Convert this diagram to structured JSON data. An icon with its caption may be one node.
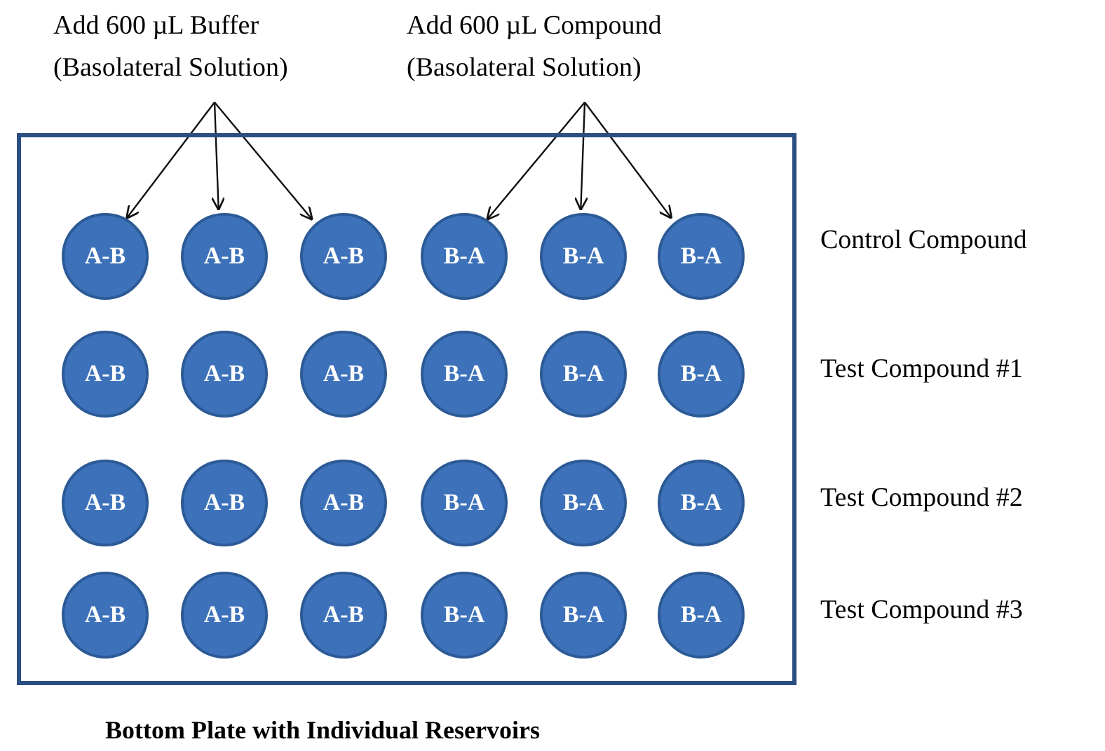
{
  "diagram": {
    "nodes": [
      {
        "text": [
          "Add 600 µL Buffer (Basolateral Solution)"
        ]
      },
      {
        "text": [
          "Add 600 µL Compound (Basolateral Solution)"
        ]
      },
      {
        "text": [],
        "shape": "box"
      },
      {
        "text": [
          "A-B"
        ],
        "in": 2
      },
      {
        "text": [
          "A-B"
        ],
        "in": 2
      },
      {
        "text": [
          "A-B"
        ],
        "in": 2
      },
      {
        "text": [
          "B-A"
        ],
        "in": 2
      },
      {
        "text": [
          "B-A"
        ],
        "in": 2
      },
      {
        "text": [
          "B-A"
        ],
        "in": 2
      },
      {
        "text": [
          "A-B"
        ],
        "in": 2
      },
      {
        "text": [
          "A-B"
        ],
        "in": 2
      },
      {
        "text": [
          "A-B"
        ],
        "in": 2
      },
      {
        "text": [
          "B-A"
        ],
        "in": 2
      },
      {
        "text": [
          "B-A"
        ],
        "in": 2
      },
      {
        "text": [
          "B-A"
        ],
        "in": 2
      },
      {
        "text": [
          "A-B"
        ],
        "in": 2
      },
      {
        "text": [
          "A-B"
        ],
        "in": 2
      },
      {
        "text": [
          "A-B"
        ],
        "in": 2
      },
      {
        "text": [
          "B-A"
        ],
        "in": 2
      },
      {
        "text": [
          "B-A"
        ],
        "in": 2
      },
      {
        "text": [
          "B-A"
        ],
        "in": 2
      },
      {
        "text": [
          "A-B"
        ],
        "in": 2
      },
      {
        "text": [
          "A-B"
        ],
        "in": 2
      },
      {
        "text": [
          "A-B"
        ],
        "in": 2
      },
      {
        "text": [
          "B-A"
        ],
        "in": 2
      },
      {
        "text": [
          "B-A"
        ],
        "in": 2
      },
      {
        "text": [
          "B-A"
        ],
        "in": 2
      }
    ],
    "edges": [
      {
        "from": 0,
        "to": 3,
        "arrow": "to"
      },
      {
        "from": 0,
        "to": 4,
        "arrow": "to"
      },
      {
        "from": 0,
        "to": 5,
        "arrow": "to"
      },
      {
        "from": 1,
        "to": 6,
        "arrow": "to"
      },
      {
        "from": 1,
        "to": 7,
        "arrow": "to"
      },
      {
        "from": 1,
        "to": 8,
        "arrow": "to"
      }
    ],
    "labels": [
      "Control Compound",
      "Test Compound #1",
      "Test Compound #2",
      "Test Compound #3",
      "Bottom Plate with Individual Reservoirs"
    ]
  }
}
